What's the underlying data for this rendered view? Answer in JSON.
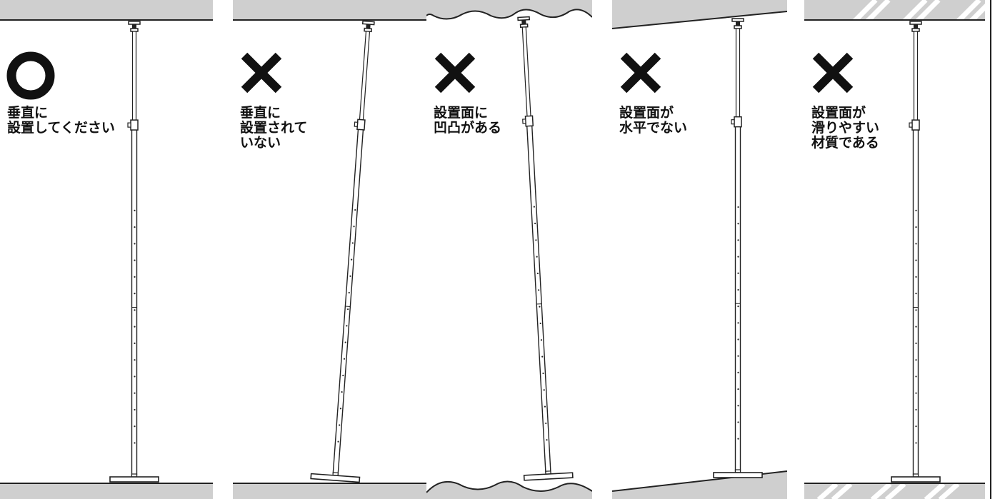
{
  "panels": [
    {
      "id": "vertical-ok",
      "mark": "circle",
      "caption": "垂直に\n設置してください"
    },
    {
      "id": "not-vertical",
      "mark": "cross",
      "caption": "垂直に\n設置されて\nいない"
    },
    {
      "id": "uneven-surface",
      "mark": "cross",
      "caption": "設置面に\n凹凸がある"
    },
    {
      "id": "not-level",
      "mark": "cross",
      "caption": "設置面が\n水平でない"
    },
    {
      "id": "slippery-surface",
      "mark": "cross",
      "caption": "設置面が\n滑りやすい\n材質である"
    }
  ],
  "colors": {
    "surface": "#cfcfcf",
    "line": "#222222",
    "mark": "#111111"
  }
}
